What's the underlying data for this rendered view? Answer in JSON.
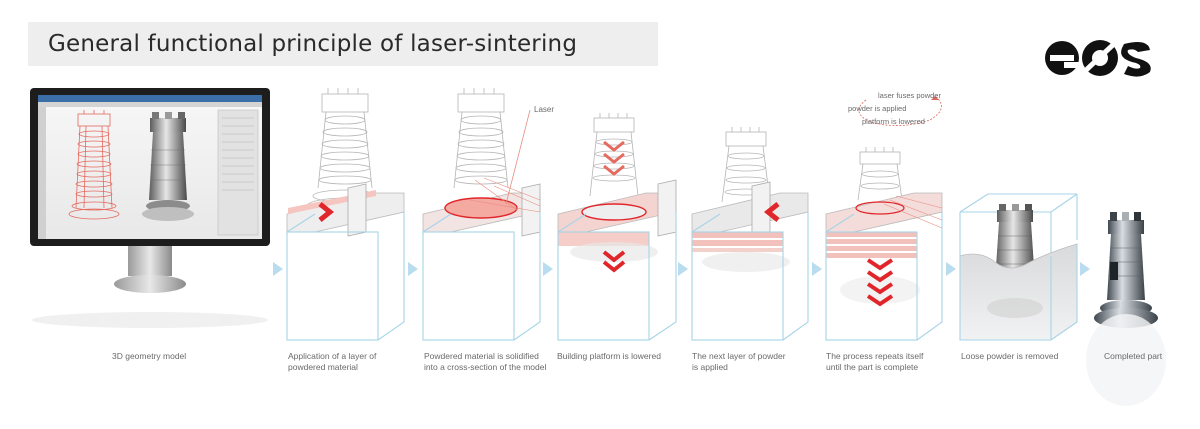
{
  "title": "General functional principle of laser-sintering",
  "logo_text": "eos",
  "colors": {
    "accent": "#e0262b",
    "wire_red": "#e56a5f",
    "powder_blue": "#9fd0e4",
    "arrow_blue": "#b9dcee",
    "gray": "#9a9a9a"
  },
  "annotations": {
    "laser": "Laser",
    "laser_fuses": "laser fuses powder",
    "powder_applied": "powder is applied",
    "platform_lowered": "platform is lowered"
  },
  "steps": [
    {
      "lines": [
        "3D geometry model"
      ]
    },
    {
      "lines": [
        "Application of a layer of",
        "powdered material"
      ]
    },
    {
      "lines": [
        "Powdered material is solidified",
        "into a cross-section of the model"
      ]
    },
    {
      "lines": [
        "Building platform is lowered"
      ]
    },
    {
      "lines": [
        "The next layer of powder",
        "is applied"
      ]
    },
    {
      "lines": [
        "The process repeats itself",
        "until the part is complete"
      ]
    },
    {
      "lines": [
        "Loose powder is removed"
      ]
    },
    {
      "lines": [
        "Completed part"
      ]
    }
  ]
}
